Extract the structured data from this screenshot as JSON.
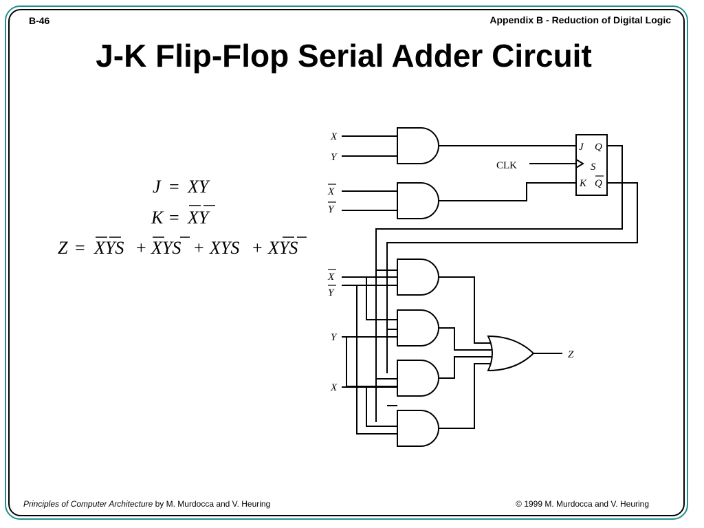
{
  "header": {
    "slide_number": "B-46",
    "chapter": "Appendix B - Reduction of Digital Logic"
  },
  "title": "J-K Flip-Flop Serial Adder Circuit",
  "equations": {
    "j": {
      "lhs": "J",
      "rhs": "XY"
    },
    "k": {
      "lhs": "K",
      "rhs": "XY",
      "bars": [
        "X",
        "Y"
      ]
    },
    "z": {
      "lhs": "Z",
      "terms": [
        {
          "text": "XYS",
          "bars": [
            "X",
            "Y"
          ]
        },
        {
          "text": "XYS",
          "bars": [
            "X",
            "S"
          ]
        },
        {
          "text": "XYS",
          "bars": []
        },
        {
          "text": "XYS",
          "bars": [
            "Y",
            "S"
          ]
        }
      ]
    }
  },
  "circuit": {
    "labels": {
      "x": "X",
      "y": "Y",
      "clk": "CLK",
      "ff_j": "J",
      "ff_q": "Q",
      "ff_s": "S",
      "ff_k": "K",
      "ff_qbar": "Q",
      "output": "Z"
    }
  },
  "footer": {
    "book_title": "Principles of Computer Architecture",
    "authors": " by M. Murdocca and V. Heuring",
    "copyright": "© 1999 M. Murdocca and V. Heuring"
  }
}
